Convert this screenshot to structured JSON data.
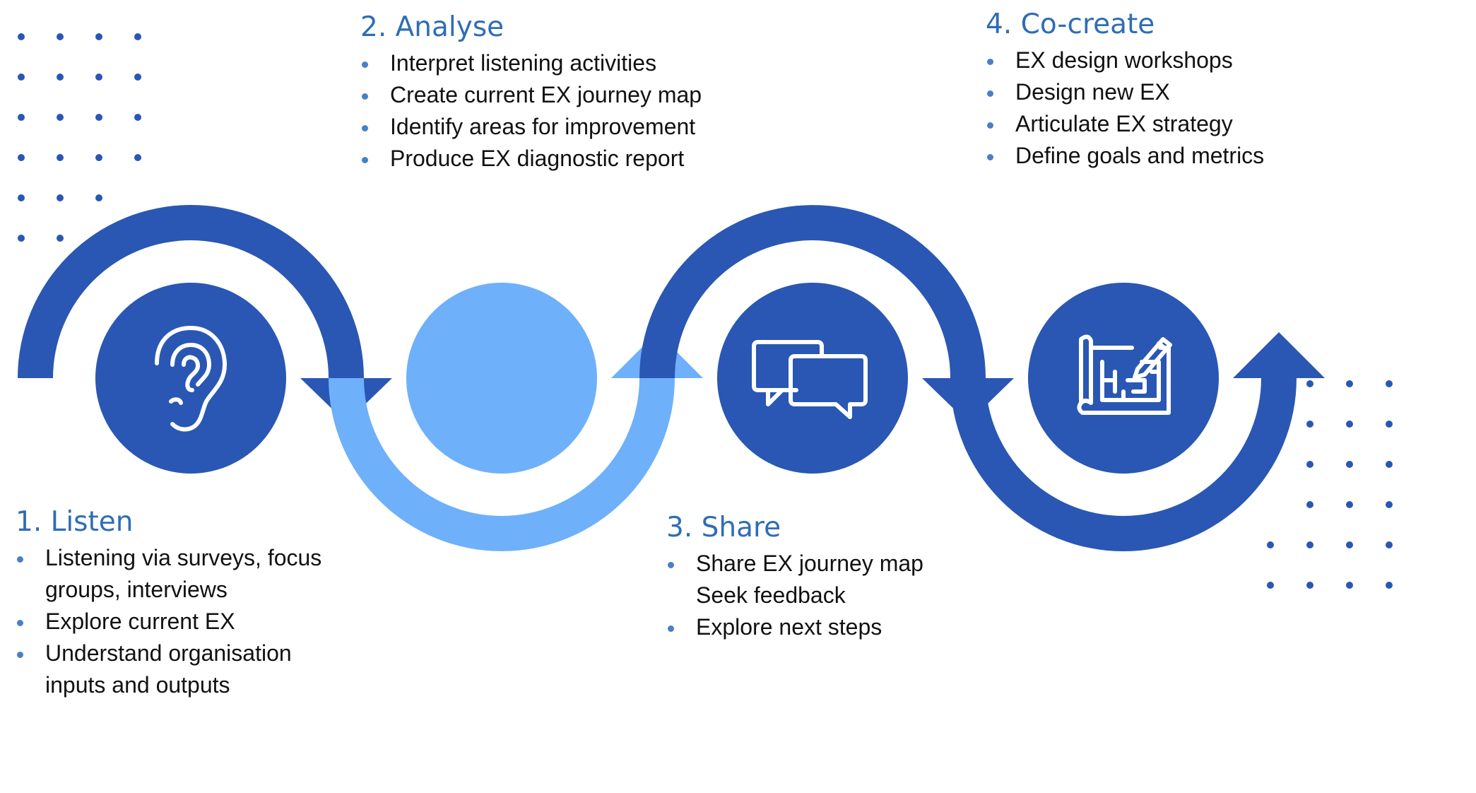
{
  "colors": {
    "dark_blue": "#2957b3",
    "light_blue": "#6fb0fa",
    "title_blue": "#2f6db5",
    "bullet_blue": "#4a7ec9",
    "text": "#111111",
    "icon_stroke": "#ffffff"
  },
  "steps": [
    {
      "title": "1. Listen",
      "icon": "ear-icon",
      "items": [
        {
          "text": "Listening via surveys, focus groups, interviews",
          "bullet": true
        },
        {
          "text": "Explore current EX",
          "bullet": true
        },
        {
          "text": "Understand organisation inputs and outputs",
          "bullet": true
        }
      ]
    },
    {
      "title": "2. Analyse",
      "icon": "",
      "items": [
        {
          "text": "Interpret listening activities",
          "bullet": true
        },
        {
          "text": "Create current EX journey map",
          "bullet": true
        },
        {
          "text": "Identify areas for improvement",
          "bullet": true
        },
        {
          "text": "Produce EX diagnostic report",
          "bullet": true
        }
      ]
    },
    {
      "title": "3. Share",
      "icon": "chat-bubbles-icon",
      "items": [
        {
          "text": "Share EX journey map",
          "bullet": true
        },
        {
          "text": "Seek feedback",
          "bullet": false
        },
        {
          "text": "Explore next steps",
          "bullet": true
        }
      ]
    },
    {
      "title": "4. Co-create",
      "icon": "blueprint-pencil-icon",
      "items": [
        {
          "text": "EX design workshops",
          "bullet": true
        },
        {
          "text": "Design new EX",
          "bullet": true
        },
        {
          "text": "Articulate EX strategy",
          "bullet": true
        },
        {
          "text": "Define goals and metrics",
          "bullet": true
        }
      ]
    }
  ]
}
